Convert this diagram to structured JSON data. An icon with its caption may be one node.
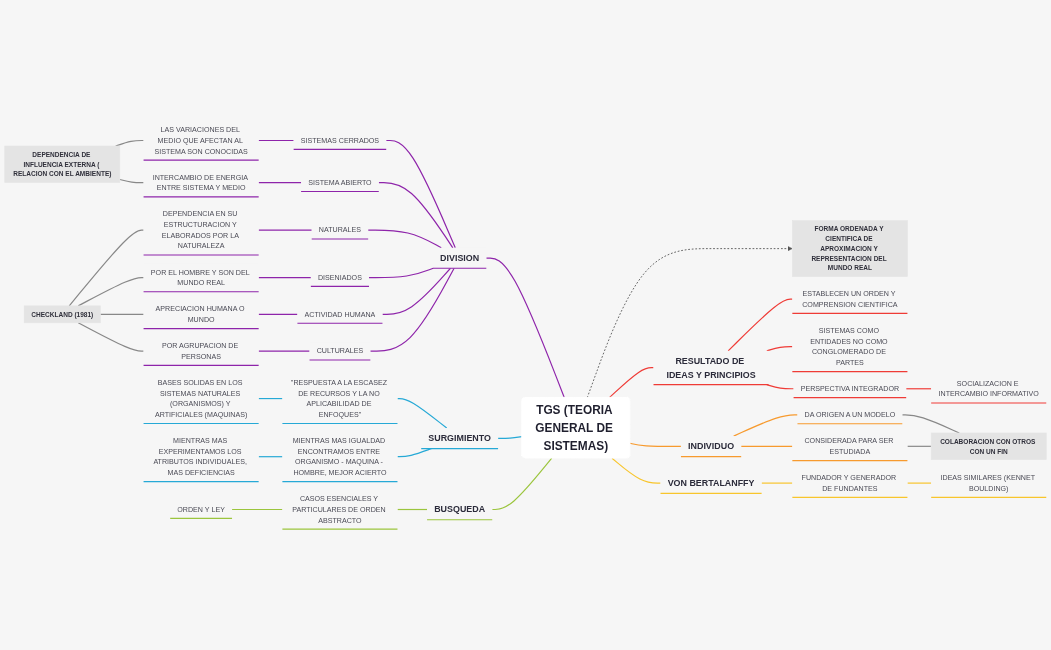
{
  "diagram": {
    "nodes": [
      {
        "text": [
          "TGS (TEORIA GENERAL DE SISTEMAS)"
        ]
      },
      {
        "text": [
          "FORMA ORDENADA Y CIENTIFICA DE APROXIMACION Y REPRESENTACION DEL MUNDO REAL"
        ]
      },
      {
        "text": [
          "DIVISION"
        ]
      },
      {
        "text": [
          "SISTEMAS CERRADOS"
        ]
      },
      {
        "text": [
          "LAS VARIACIONES DEL MEDIO QUE AFECTAN AL SISTEMA SON CONOCIDAS"
        ]
      },
      {
        "text": [
          "SISTEMA ABIERTO"
        ]
      },
      {
        "text": [
          "INTERCAMBIO DE ENERGIA ENTRE SISTEMA Y MEDIO"
        ]
      },
      {
        "text": [
          "DEPENDENCIA DE INFLUENCIA EXTERNA ( RELACION CON EL AMBIENTE)"
        ]
      },
      {
        "text": [
          "NATURALES"
        ]
      },
      {
        "text": [
          "DEPENDENCIA EN SU ESTRUCTURACION Y ELABORADOS POR LA NATURALEZA"
        ]
      },
      {
        "text": [
          "DISENIADOS"
        ]
      },
      {
        "text": [
          "POR EL HOMBRE Y SON DEL MUNDO REAL"
        ]
      },
      {
        "text": [
          "ACTIVIDAD HUMANA"
        ]
      },
      {
        "text": [
          "APRECIACION HUMANA O MUNDO"
        ]
      },
      {
        "text": [
          "CULTURALES"
        ]
      },
      {
        "text": [
          "POR AGRUPACION DE PERSONAS"
        ]
      },
      {
        "text": [
          "CHECKLAND (1981)"
        ]
      },
      {
        "text": [
          "SURGIMIENTO"
        ]
      },
      {
        "text": [
          "\"RESPUESTA A LA ESCASEZ DE RECURSOS Y LA NO APLICABILIDAD DE ENFOQUES\""
        ]
      },
      {
        "text": [
          "BASES SOLIDAS EN LOS SISTEMAS NATURALES (ORGANISMOS) Y ARTIFICIALES (MAQUINAS)"
        ]
      },
      {
        "text": [
          "MIENTRAS MAS IGUALDAD ENCONTRAMOS ENTRE ORGANISMO - MAQUINA - HOMBRE, MEJOR ACIERTO"
        ]
      },
      {
        "text": [
          "MIENTRAS MAS EXPERIMENTAMOS LOS ATRIBUTOS INDIVIDUALES, MAS DEFICIENCIAS"
        ]
      },
      {
        "text": [
          "BUSQUEDA"
        ]
      },
      {
        "text": [
          "CASOS ESENCIALES Y PARTICULARES DE ORDEN ABSTRACTO"
        ]
      },
      {
        "text": [
          "ORDEN Y LEY"
        ]
      },
      {
        "text": [
          "RESULTADO DE IDEAS Y PRINCIPIOS"
        ]
      },
      {
        "text": [
          "ESTABLECEN UN ORDEN Y COMPRENSION CIENTIFICA"
        ]
      },
      {
        "text": [
          "SISTEMAS COMO ENTIDADES NO COMO CONGLOMERADO DE PARTES"
        ]
      },
      {
        "text": [
          "PERSPECTIVA INTEGRADOR"
        ]
      },
      {
        "text": [
          "SOCIALIZACION E INTERCAMBIO INFORMATIVO"
        ]
      },
      {
        "text": [
          "INDIVIDUO"
        ]
      },
      {
        "text": [
          "DA ORIGEN A UN MODELO"
        ]
      },
      {
        "text": [
          "CONSIDERADA PARA SER ESTUDIADA"
        ]
      },
      {
        "text": [
          "COLABORACION CON OTROS CON UN FIN"
        ]
      },
      {
        "text": [
          "VON BERTALANFFY"
        ]
      },
      {
        "text": [
          "FUNDADOR Y GENERADOR DE FUNDANTES"
        ]
      },
      {
        "text": [
          "IDEAS SIMILARES (KENNET BOULDING)"
        ]
      }
    ],
    "edges": [
      {
        "from": 0,
        "to": 1,
        "arrow": "to",
        "style": "dashed",
        "color": "#555555"
      },
      {
        "from": 2,
        "to": 0,
        "arrow": "none"
      },
      {
        "from": 3,
        "to": 2,
        "arrow": "none"
      },
      {
        "from": 4,
        "to": 3,
        "arrow": "none"
      },
      {
        "from": 5,
        "to": 2,
        "arrow": "none"
      },
      {
        "from": 6,
        "to": 5,
        "arrow": "none"
      },
      {
        "from": 7,
        "to": 4,
        "arrow": "none",
        "color": "#888888"
      },
      {
        "from": 7,
        "to": 6,
        "arrow": "none",
        "color": "#888888"
      },
      {
        "from": 8,
        "to": 2,
        "arrow": "none"
      },
      {
        "from": 9,
        "to": 8,
        "arrow": "none"
      },
      {
        "from": 10,
        "to": 2,
        "arrow": "none"
      },
      {
        "from": 11,
        "to": 10,
        "arrow": "none"
      },
      {
        "from": 12,
        "to": 2,
        "arrow": "none"
      },
      {
        "from": 13,
        "to": 12,
        "arrow": "none"
      },
      {
        "from": 14,
        "to": 2,
        "arrow": "none"
      },
      {
        "from": 15,
        "to": 14,
        "arrow": "none"
      },
      {
        "from": 16,
        "to": 9,
        "arrow": "none",
        "color": "#888888"
      },
      {
        "from": 16,
        "to": 11,
        "arrow": "none",
        "color": "#888888"
      },
      {
        "from": 16,
        "to": 13,
        "arrow": "none",
        "color": "#888888"
      },
      {
        "from": 16,
        "to": 15,
        "arrow": "none",
        "color": "#888888"
      },
      {
        "from": 17,
        "to": 0,
        "arrow": "none",
        "color": "#26a9d6"
      },
      {
        "from": 18,
        "to": 17,
        "arrow": "none",
        "color": "#26a9d6"
      },
      {
        "from": 19,
        "to": 18,
        "arrow": "none",
        "color": "#26a9d6"
      },
      {
        "from": 20,
        "to": 17,
        "arrow": "none",
        "color": "#26a9d6"
      },
      {
        "from": 21,
        "to": 20,
        "arrow": "none",
        "color": "#26a9d6"
      },
      {
        "from": 22,
        "to": 0,
        "arrow": "none",
        "color": "#9bc53d"
      },
      {
        "from": 23,
        "to": 22,
        "arrow": "none",
        "color": "#9bc53d"
      },
      {
        "from": 24,
        "to": 23,
        "arrow": "none",
        "color": "#9bc53d"
      },
      {
        "from": 0,
        "to": 25,
        "arrow": "none",
        "color": "#ef3b36"
      },
      {
        "from": 25,
        "to": 26,
        "arrow": "none",
        "color": "#ef3b36"
      },
      {
        "from": 25,
        "to": 27,
        "arrow": "none",
        "color": "#ef3b36"
      },
      {
        "from": 25,
        "to": 28,
        "arrow": "none",
        "color": "#ef3b36"
      },
      {
        "from": 28,
        "to": 29,
        "arrow": "none",
        "color": "#ef3b36"
      },
      {
        "from": 0,
        "to": 30,
        "arrow": "none",
        "color": "#f79a2e"
      },
      {
        "from": 30,
        "to": 31,
        "arrow": "none",
        "color": "#f79a2e"
      },
      {
        "from": 30,
        "to": 32,
        "arrow": "none",
        "color": "#f79a2e"
      },
      {
        "from": 31,
        "to": 33,
        "arrow": "none",
        "color": "#888888"
      },
      {
        "from": 32,
        "to": 33,
        "arrow": "none",
        "color": "#888888"
      },
      {
        "from": 0,
        "to": 34,
        "arrow": "none",
        "color": "#f8c52c"
      },
      {
        "from": 34,
        "to": 35,
        "arrow": "none",
        "color": "#f8c52c"
      },
      {
        "from": 35,
        "to": 36,
        "arrow": "none",
        "color": "#f8c52c"
      }
    ]
  }
}
